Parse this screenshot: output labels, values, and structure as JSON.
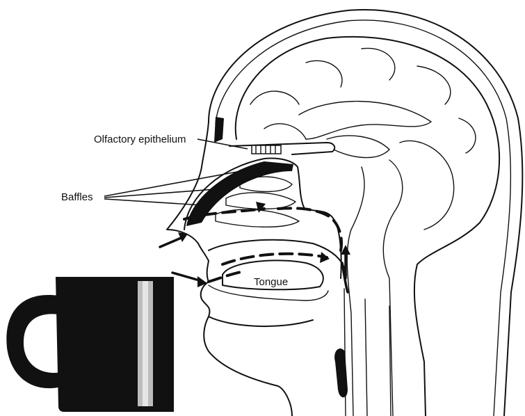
{
  "labels": {
    "olfactory": "Olfactory epithelium",
    "baffles": "Baffles",
    "tongue": "Tongue"
  },
  "colors": {
    "ink": "#111111",
    "paper": "#ffffff"
  }
}
